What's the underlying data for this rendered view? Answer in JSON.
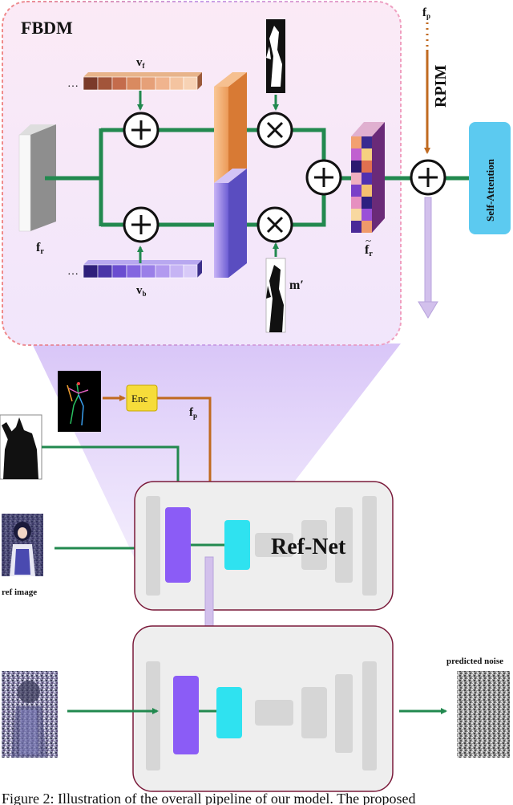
{
  "fbdm": {
    "title": "FBDM",
    "label_vf": "v",
    "label_vf_sub": "f",
    "label_vb": "v",
    "label_vb_sub": "b",
    "label_fr": "f",
    "label_fr_sub": "r",
    "label_fr_tilde": "f",
    "label_fr_tilde_sub": "r",
    "label_m_prime": "m′",
    "ellipsis": "…"
  },
  "rpim": {
    "label": "RPIM",
    "label_fp": "f",
    "label_fp_sub": "p"
  },
  "self_attention": {
    "label": "Self-Attention"
  },
  "encoder": {
    "label": "Enc",
    "out_label": "f",
    "out_label_sub": "p"
  },
  "refnet": {
    "label": "Ref-Net"
  },
  "inputs": {
    "ref_image_label": "ref image"
  },
  "output": {
    "predicted_noise_label": "predicted noise"
  },
  "caption": {
    "text": "Figure 2: Illustration of the overall pipeline of our model. The proposed"
  },
  "colors": {
    "green_line": "#22894f",
    "orange_line": "#c06a20",
    "purple_block": "#8b5cf6",
    "cyan_block": "#2fe2f0",
    "selfattn": "#5ccaf0",
    "enc": "#f6dc3a"
  }
}
